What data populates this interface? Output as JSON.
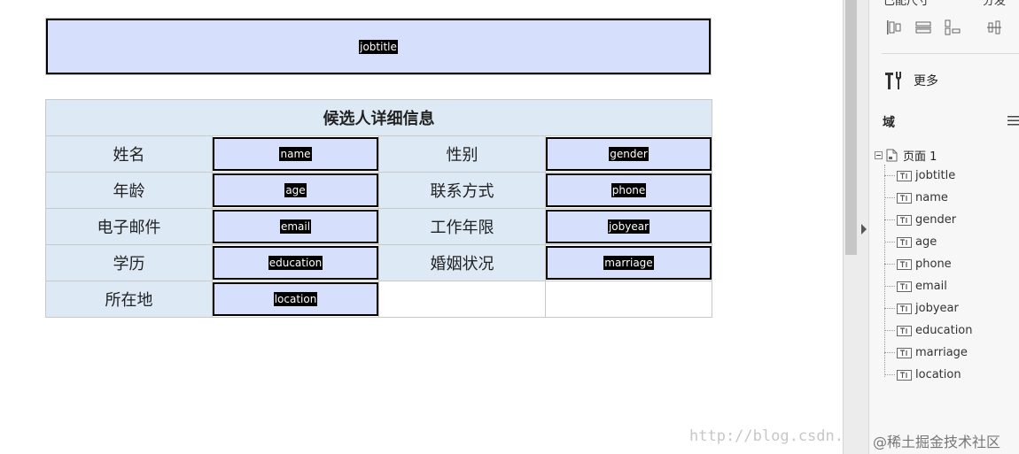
{
  "document": {
    "title_field": "jobtitle",
    "table": {
      "heading": "候选人详细信息",
      "rows": [
        {
          "label1": "姓名",
          "field1": "name",
          "label2": "性别",
          "field2": "gender"
        },
        {
          "label1": "年龄",
          "field1": "age",
          "label2": "联系方式",
          "field2": "phone"
        },
        {
          "label1": "电子邮件",
          "field1": "email",
          "label2": "工作年限",
          "field2": "jobyear"
        },
        {
          "label1": "学历",
          "field1": "education",
          "label2": "婚姻状况",
          "field2": "marriage"
        },
        {
          "label1": "所在地",
          "field1": "location"
        }
      ]
    }
  },
  "panel": {
    "top_cut_labels": [
      "已配尺寸",
      "分发"
    ],
    "align_icons": [
      "align-left-icon",
      "align-center-icon",
      "align-bottom-icon",
      "align-middle-icon",
      "align-more-icon"
    ],
    "more_label": "更多",
    "domain_label": "域",
    "tree": {
      "root": "页面 1",
      "fields": [
        "jobtitle",
        "name",
        "gender",
        "age",
        "phone",
        "email",
        "jobyear",
        "education",
        "marriage",
        "location"
      ]
    }
  },
  "watermark": {
    "url": "http://blog.csdn.net/",
    "brand": "@稀土掘金技术社区"
  },
  "colors": {
    "field_fill": "#d6dffb",
    "label_fill": "#dde9f5",
    "field_border": "#000000"
  }
}
